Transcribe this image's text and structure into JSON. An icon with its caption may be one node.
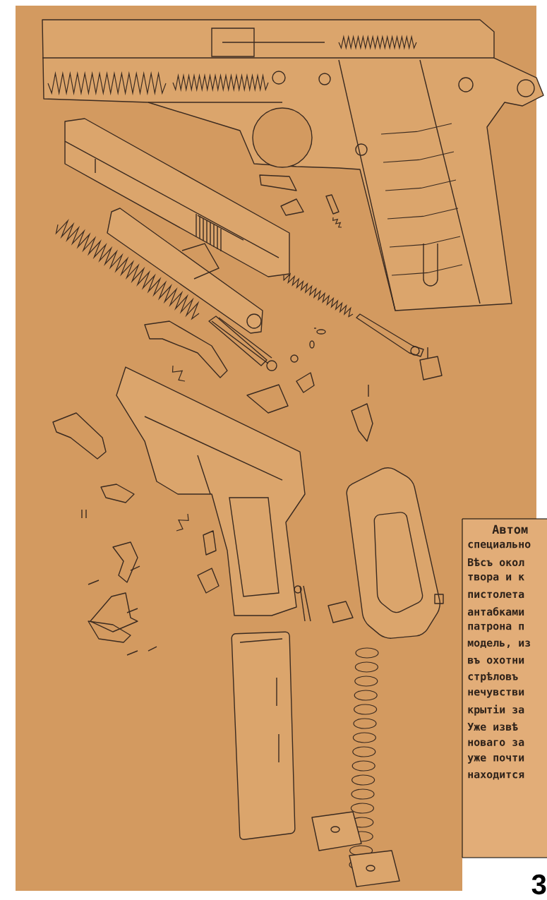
{
  "diagram": {
    "labels": [
      "Автом",
      "специально",
      "Вѣсъ окол",
      "твора и к",
      "пистолета",
      "антабками",
      "патрона п",
      "модель, из",
      "въ охотни",
      "стрѣловъ",
      "нечувстви",
      "крытіи за",
      "Уже извѣ",
      "новаго за",
      "уже почти",
      "находится",
      "3"
    ]
  }
}
